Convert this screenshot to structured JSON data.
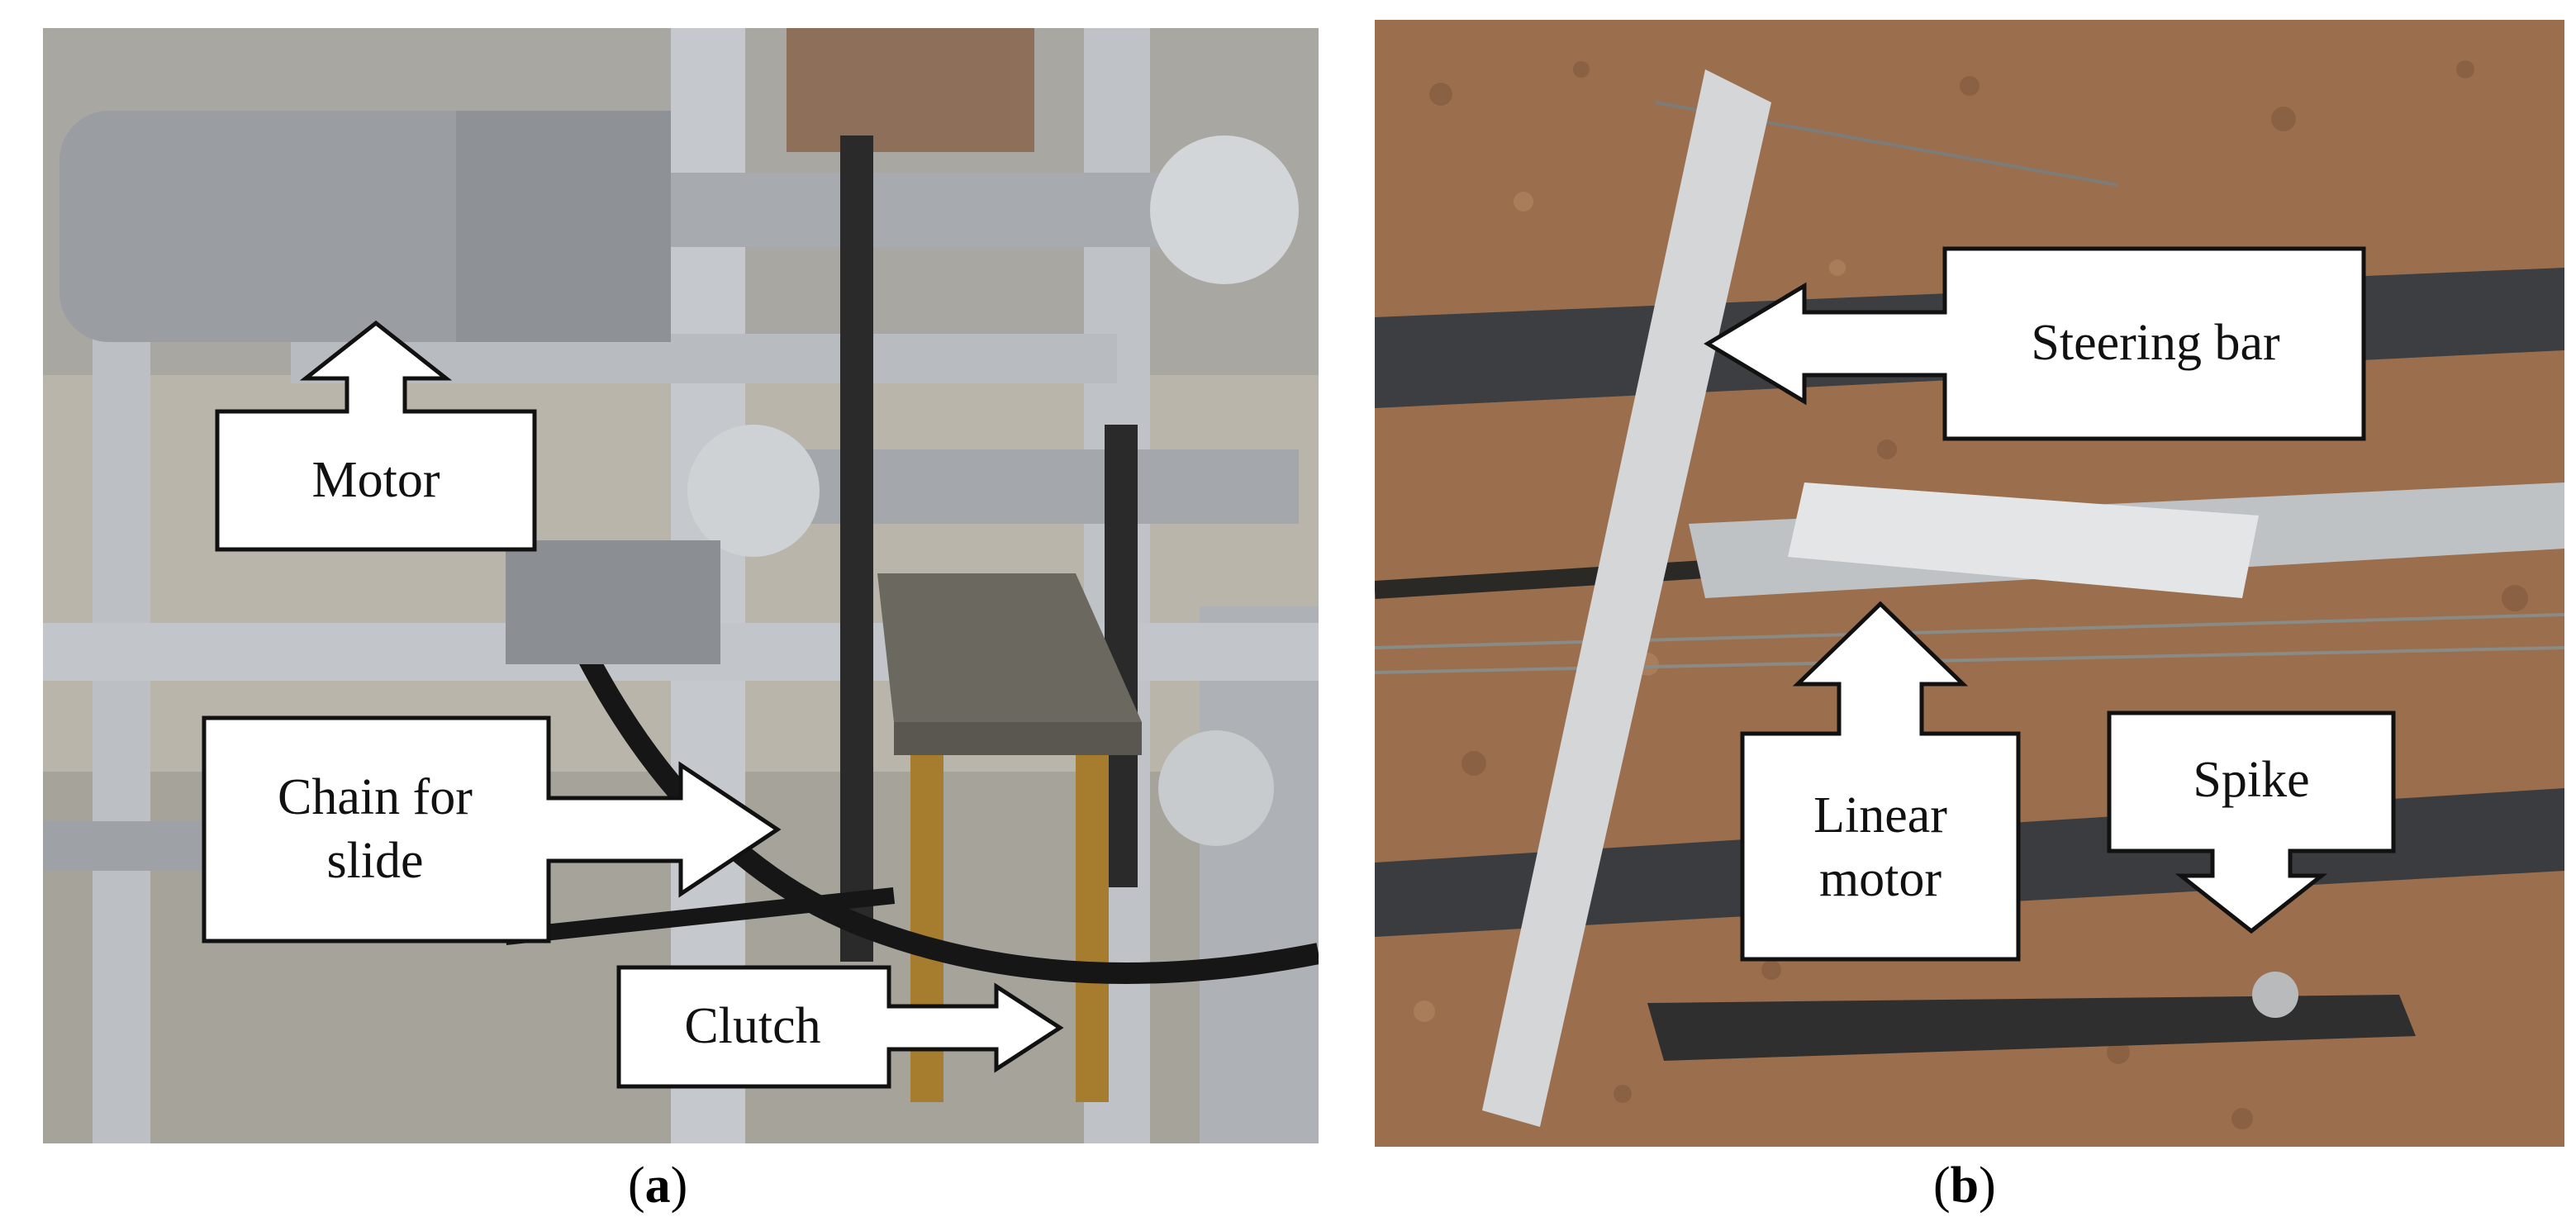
{
  "panels": [
    {
      "caption_letter": "a"
    },
    {
      "caption_letter": "b"
    }
  ],
  "callouts_a": {
    "motor": "Motor",
    "chain_line1": "Chain for",
    "chain_line2": "slide",
    "clutch": "Clutch"
  },
  "callouts_b": {
    "steering_bar": "Steering bar",
    "linear_line1": "Linear",
    "linear_line2": "motor",
    "spike": "Spike"
  },
  "colors": {
    "callout_fill": "#ffffff",
    "callout_stroke": "#111111",
    "frame_aluminium": "#c9ccd0",
    "soil": "#9b6e4e"
  }
}
